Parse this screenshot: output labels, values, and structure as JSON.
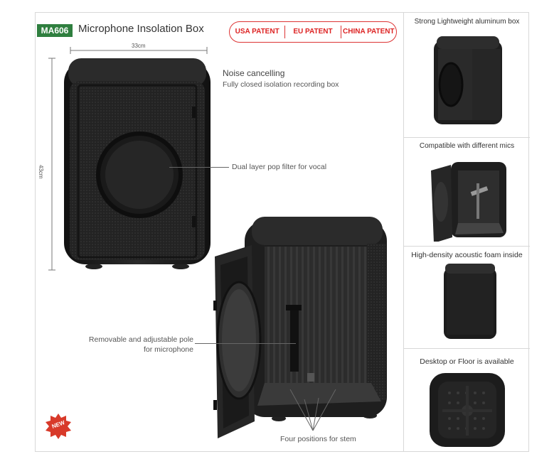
{
  "header": {
    "model": "MA606",
    "title": "Microphone Insolation Box",
    "patents": [
      "USA PATENT",
      "EU PATENT",
      "CHINA PATENT"
    ]
  },
  "dimensions": {
    "width": "33cm",
    "height": "43cm"
  },
  "callouts": {
    "noise_title": "Noise cancelling",
    "noise_sub": "Fully closed isolation recording box",
    "pop_filter": "Dual layer pop filter for vocal",
    "pole_line1": "Removable and adjustable pole",
    "pole_line2": "for microphone",
    "stem": "Four positions for stem"
  },
  "side_panels": [
    {
      "label": "Strong Lightweight aluminum box"
    },
    {
      "label": "Compatible with different mics"
    },
    {
      "label": "High-density acoustic foam inside"
    },
    {
      "label": "Desktop or Floor is available"
    }
  ],
  "badge": "NEW",
  "colors": {
    "accent_green": "#2f7f3f",
    "patent_red": "#d22222",
    "product_black": "#1c1c1c"
  }
}
